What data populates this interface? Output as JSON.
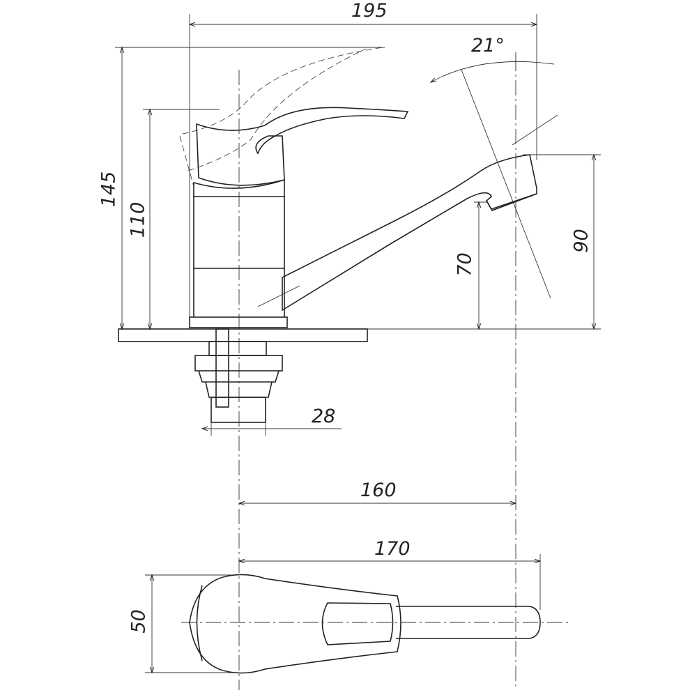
{
  "dimensions": {
    "overall_length": "195",
    "lever_angle": "21°",
    "overall_height": "145",
    "body_height": "110",
    "spout_outlet_height": "70",
    "spout_top_height": "90",
    "thread_diameter": "28",
    "spout_reach_axis": "160",
    "spout_reach_total": "170",
    "handle_width": "50"
  },
  "colors": {
    "line": "#222222",
    "background": "#ffffff"
  }
}
